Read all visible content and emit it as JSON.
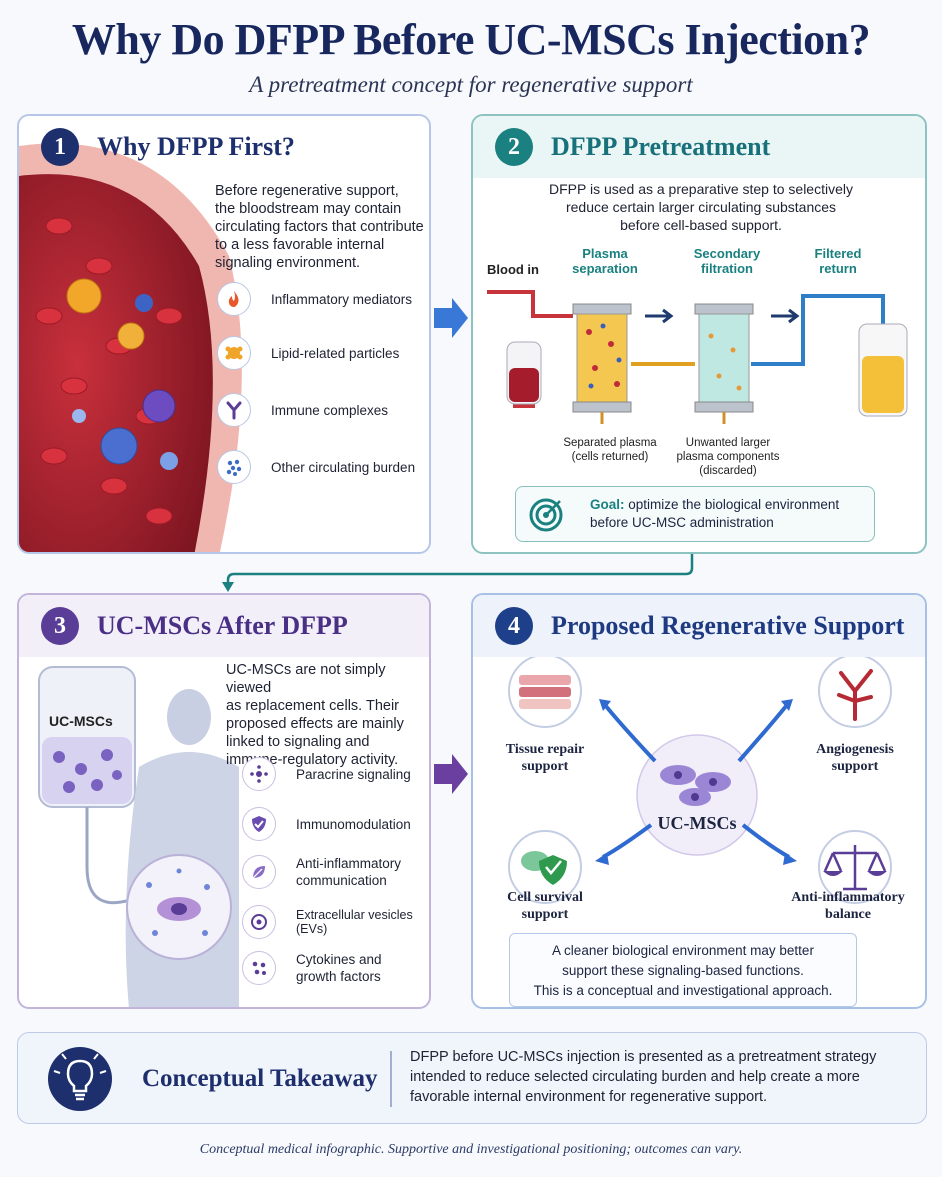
{
  "title": "Why Do DFPP Before UC-MSCs Injection?",
  "subtitle": "A pretreatment concept for regenerative support",
  "panel1": {
    "number": "1",
    "title": "Why DFPP First?",
    "intro": [
      "Before regenerative support,",
      "the bloodstream may contain",
      "circulating factors that contribute",
      "to a less favorable internal",
      "signaling environment."
    ],
    "items": [
      {
        "label": "Inflammatory mediators",
        "icon": "flame-icon"
      },
      {
        "label": "Lipid-related particles",
        "icon": "lipid-particle-icon"
      },
      {
        "label": "Immune complexes",
        "icon": "antibody-icon"
      },
      {
        "label": "Other circulating burden",
        "icon": "dots-cluster-icon"
      }
    ]
  },
  "panel2": {
    "number": "2",
    "title": "DFPP Pretreatment",
    "intro": [
      "DFPP is used as a preparative step to selectively",
      "reduce certain larger circulating substances",
      "before cell-based support."
    ],
    "blood_in": "Blood in",
    "stage1": [
      "Plasma",
      "separation"
    ],
    "stage2": [
      "Secondary",
      "filtration"
    ],
    "stage3": [
      "Filtered",
      "return"
    ],
    "out1": [
      "Separated plasma",
      "(cells returned)"
    ],
    "out2": [
      "Unwanted larger",
      "plasma components",
      "(discarded)"
    ],
    "goal_label": "Goal:",
    "goal_text1": "optimize the biological environment",
    "goal_text2": "before UC-MSC administration"
  },
  "panel3": {
    "number": "3",
    "title": "UC-MSCs After DFPP",
    "bag_label": "UC-MSCs",
    "intro": [
      "UC-MSCs are not simply viewed",
      "as replacement cells. Their",
      "proposed effects are mainly",
      "linked to signaling and",
      "immune-regulatory activity."
    ],
    "items": [
      {
        "lines": [
          "Paracrine signaling"
        ],
        "icon": "signal-dots-icon"
      },
      {
        "lines": [
          "Immunomodulation"
        ],
        "icon": "shield-check-icon"
      },
      {
        "lines": [
          "Anti-inflammatory",
          "communication"
        ],
        "icon": "leaf-icon"
      },
      {
        "lines": [
          "Extracellular vesicles (EVs)"
        ],
        "icon": "vesicle-icon"
      },
      {
        "lines": [
          "Cytokines and",
          "growth factors"
        ],
        "icon": "cytokine-icon"
      }
    ]
  },
  "panel4": {
    "number": "4",
    "title": "Proposed Regenerative Support",
    "center": "UC-MSCs",
    "supports": [
      {
        "lines": [
          "Tissue repair",
          "support"
        ],
        "icon": "tissue-icon"
      },
      {
        "lines": [
          "Angiogenesis",
          "support"
        ],
        "icon": "vessel-tree-icon"
      },
      {
        "lines": [
          "Cell survival",
          "support"
        ],
        "icon": "cell-shield-icon"
      },
      {
        "lines": [
          "Anti-inflammatory",
          "balance"
        ],
        "icon": "balance-scale-icon"
      }
    ],
    "note": [
      "A cleaner biological environment may better",
      "support these signaling-based functions.",
      "This is a conceptual and investigational approach."
    ]
  },
  "takeaway": {
    "title": "Conceptual Takeaway",
    "text": [
      "DFPP before UC-MSCs injection is presented as a pretreatment strategy",
      "intended to reduce selected circulating burden and help create a more",
      "favorable internal environment for regenerative support."
    ]
  },
  "footer": "Conceptual medical infographic. Supportive and investigational positioning; outcomes can vary.",
  "colors": {
    "navy": "#18285e",
    "teal": "#1a8080",
    "purple": "#5a3d96",
    "blue": "#1e3f8a"
  }
}
